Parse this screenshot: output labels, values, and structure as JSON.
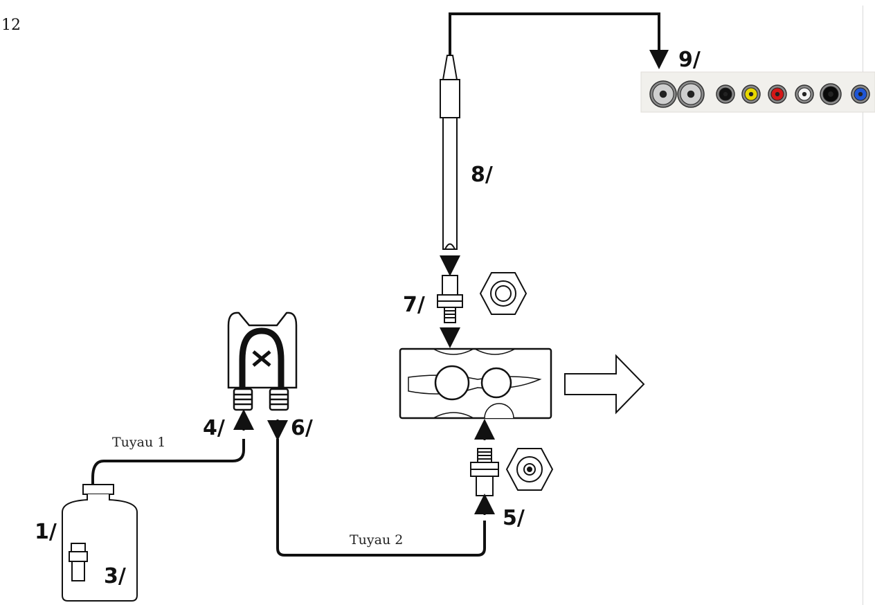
{
  "page": {
    "number": "12"
  },
  "labels": {
    "step1": "1/",
    "step3": "3/",
    "step4": "4/",
    "step5": "5/",
    "step6": "6/",
    "step7": "7/",
    "step8": "8/",
    "step9": "9/"
  },
  "pipes": {
    "pipe1": "Tuyau 1",
    "pipe2": "Tuyau 2"
  },
  "connector_panel": {
    "connectors": [
      {
        "name": "bnc-connector-1",
        "color": "#cfcfcf"
      },
      {
        "name": "bnc-connector-2",
        "color": "#cfcfcf"
      },
      {
        "name": "jack-black",
        "color": "#111111"
      },
      {
        "name": "jack-yellow",
        "color": "#e8d800"
      },
      {
        "name": "jack-red",
        "color": "#d41818"
      },
      {
        "name": "jack-white",
        "color": "#f2f2f2"
      },
      {
        "name": "jack-black-large",
        "color": "#0a0a0a"
      },
      {
        "name": "jack-blue",
        "color": "#1f56d6"
      }
    ]
  },
  "colors": {
    "line": "#111111",
    "panel": "#f1f0ec"
  }
}
